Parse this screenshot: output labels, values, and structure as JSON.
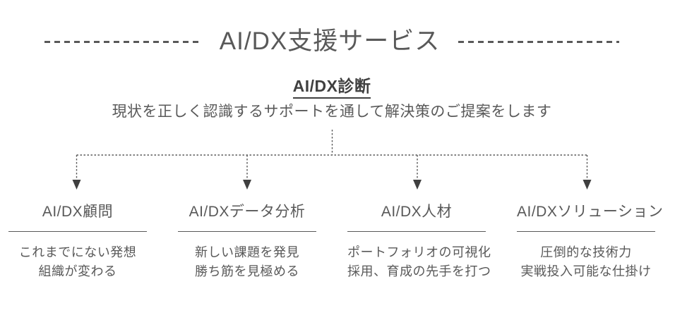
{
  "title": "AI/DX支援サービス",
  "diagnosis": {
    "heading": "AI/DX診断",
    "description": "現状を正しく認識するサポートを通して解決策のご提案をします"
  },
  "columns": [
    {
      "title": "AI/DX顧問",
      "line1": "これまでにない発想",
      "line2": "組織が変わる"
    },
    {
      "title": "AI/DXデータ分析",
      "line1": "新しい課題を発見",
      "line2": "勝ち筋を見極める"
    },
    {
      "title": "AI/DX人材",
      "line1": "ポートフォリオの可視化",
      "line2": "採用、育成の先手を打つ"
    },
    {
      "title": "AI/DXソリューション",
      "line1": "圧倒的な技術力",
      "line2": "実戦投入可能な仕掛け"
    }
  ],
  "icons": {
    "arrow": "arrow-down-icon"
  },
  "colors": {
    "text": "#595959",
    "heading": "#404040",
    "connector_line": "#595959",
    "arrow": "#3f3f3f",
    "background": "#ffffff"
  }
}
